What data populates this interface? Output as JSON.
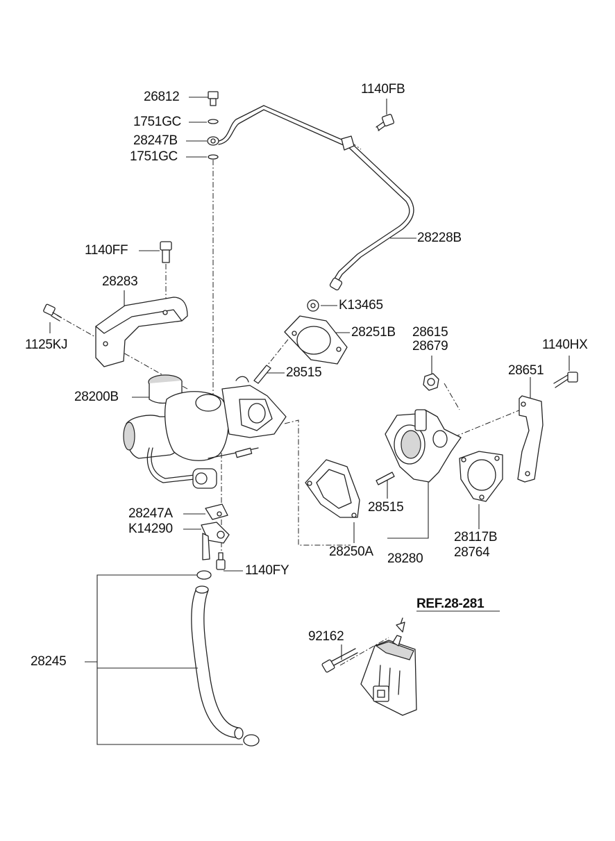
{
  "labels": {
    "p26812": "26812",
    "p1751gc_top": "1751GC",
    "p28247b": "28247B",
    "p1751gc_bottom": "1751GC",
    "p1140fb": "1140FB",
    "p28228b": "28228B",
    "p1140ff": "1140FF",
    "p28283": "28283",
    "p1125kj": "1125KJ",
    "pk13465": "K13465",
    "p28251b": "28251B",
    "p28615": "28615",
    "p28679": "28679",
    "p1140hx": "1140HX",
    "p28651": "28651",
    "p28515_top": "28515",
    "p28200b": "28200B",
    "p28515_bottom": "28515",
    "p28117b": "28117B",
    "p28764": "28764",
    "p28247a": "28247A",
    "pk14290": "K14290",
    "p28250a": "28250A",
    "p28280": "28280",
    "p1140fy": "1140FY",
    "p28245": "28245",
    "ref": "REF.28-281",
    "p92162": "92162"
  }
}
